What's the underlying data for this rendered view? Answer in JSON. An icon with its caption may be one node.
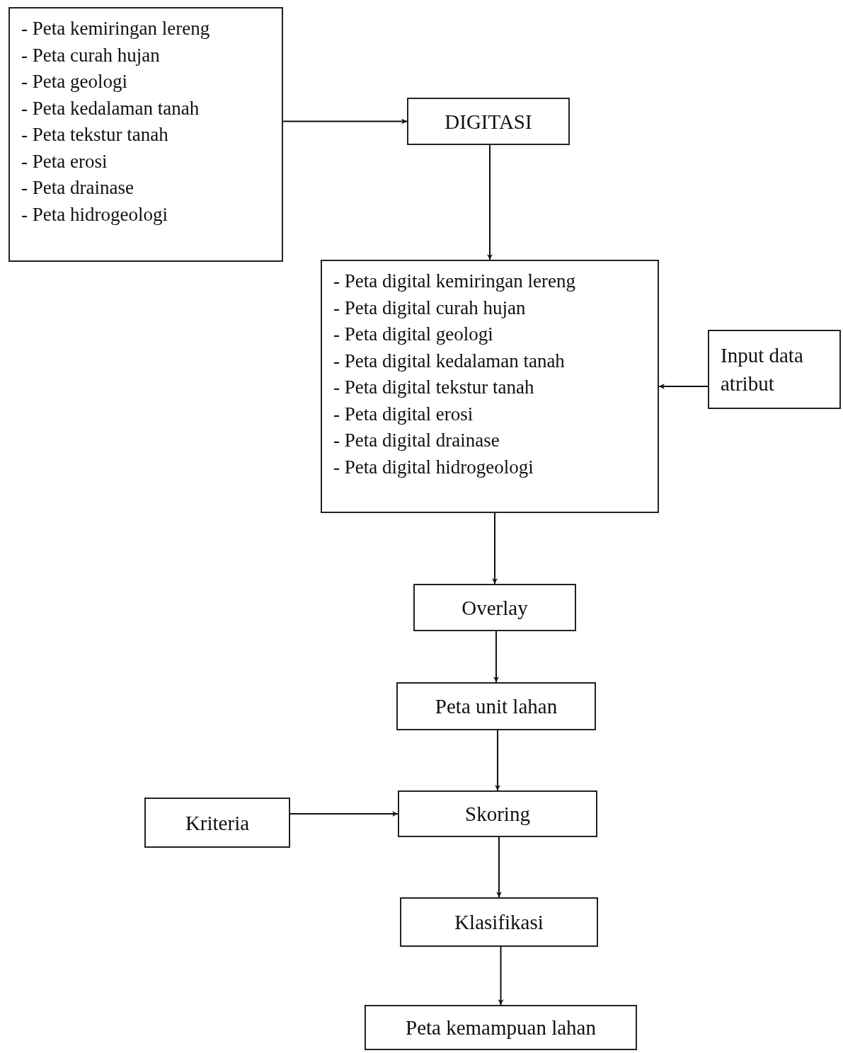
{
  "diagram": {
    "nodes": [
      {
        "text": [
          "- Peta kemiringan lereng",
          "- Peta curah hujan",
          "- Peta geologi",
          "- Peta kedalaman tanah",
          "- Peta tekstur tanah",
          "- Peta erosi",
          "- Peta drainase",
          "- Peta hidrogeologi"
        ]
      },
      {
        "text": [
          "DIGITASI"
        ]
      },
      {
        "text": [
          "- Peta digital kemiringan lereng",
          "- Peta digital curah hujan",
          "- Peta digital geologi",
          "- Peta digital kedalaman tanah",
          "- Peta digital tekstur tanah",
          "- Peta digital erosi",
          "- Peta digital drainase",
          "- Peta digital hidrogeologi"
        ]
      },
      {
        "text": [
          "Input data atribut"
        ]
      },
      {
        "text": [
          "Overlay"
        ]
      },
      {
        "text": [
          "Peta unit lahan"
        ]
      },
      {
        "text": [
          "Kriteria"
        ]
      },
      {
        "text": [
          "Skoring"
        ]
      },
      {
        "text": [
          "Klasifikasi"
        ]
      },
      {
        "text": [
          "Peta kemampuan lahan"
        ]
      }
    ],
    "edges": [
      {
        "from": 0,
        "to": 1,
        "arrow": "to"
      },
      {
        "from": 1,
        "to": 2,
        "arrow": "to"
      },
      {
        "from": 3,
        "to": 2,
        "arrow": "to"
      },
      {
        "from": 2,
        "to": 4,
        "arrow": "to"
      },
      {
        "from": 4,
        "to": 5,
        "arrow": "to"
      },
      {
        "from": 5,
        "to": 7,
        "arrow": "to"
      },
      {
        "from": 6,
        "to": 7,
        "arrow": "to"
      },
      {
        "from": 7,
        "to": 8,
        "arrow": "to"
      },
      {
        "from": 8,
        "to": 9,
        "arrow": "to"
      }
    ]
  }
}
